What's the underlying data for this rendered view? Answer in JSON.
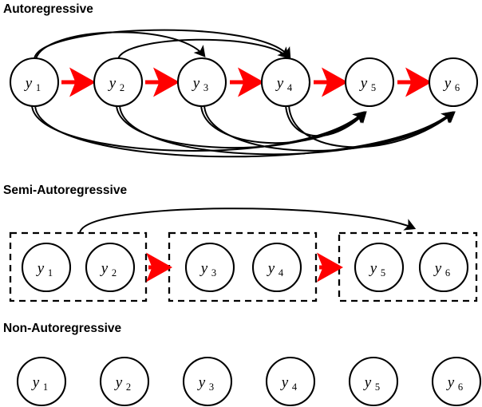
{
  "figure": {
    "title": "Autoregressive / Semi-Autoregressive / Non-Autoregressive decoding diagram",
    "colors": {
      "arrow_red": "#FF0000",
      "stroke_black": "#000000",
      "background": "#FFFFFF"
    }
  },
  "sections": [
    {
      "id": "autoregressive",
      "heading": "Autoregressive",
      "nodes": [
        {
          "label": "y",
          "sub": "1"
        },
        {
          "label": "y",
          "sub": "2"
        },
        {
          "label": "y",
          "sub": "3"
        },
        {
          "label": "y",
          "sub": "4"
        },
        {
          "label": "y",
          "sub": "5"
        },
        {
          "label": "y",
          "sub": "6"
        }
      ],
      "chain_arrows": [
        "y1-y2",
        "y2-y3",
        "y3-y4",
        "y4-y5",
        "y5-y6"
      ],
      "skip_arcs_above": [
        "y1-y3",
        "y1-y4",
        "y2-y4"
      ],
      "skip_arcs_below": [
        "y1-y5",
        "y1-y6",
        "y2-y5",
        "y2-y6",
        "y3-y5",
        "y3-y6",
        "y4-y5",
        "y4-y6"
      ]
    },
    {
      "id": "semi-autoregressive",
      "heading": "Semi-Autoregressive",
      "groups": [
        {
          "nodes": [
            {
              "label": "y",
              "sub": "1"
            },
            {
              "label": "y",
              "sub": "2"
            }
          ]
        },
        {
          "nodes": [
            {
              "label": "y",
              "sub": "3"
            },
            {
              "label": "y",
              "sub": "4"
            }
          ]
        },
        {
          "nodes": [
            {
              "label": "y",
              "sub": "5"
            },
            {
              "label": "y",
              "sub": "6"
            }
          ]
        }
      ],
      "chain_arrows": [
        "group1-group2",
        "group2-group3"
      ],
      "skip_arcs_above": [
        "group1-group3"
      ]
    },
    {
      "id": "non-autoregressive",
      "heading": "Non-Autoregressive",
      "nodes": [
        {
          "label": "y",
          "sub": "1"
        },
        {
          "label": "y",
          "sub": "2"
        },
        {
          "label": "y",
          "sub": "3"
        },
        {
          "label": "y",
          "sub": "4"
        },
        {
          "label": "y",
          "sub": "5"
        },
        {
          "label": "y",
          "sub": "6"
        }
      ],
      "chain_arrows": [],
      "skip_arcs_above": []
    }
  ]
}
